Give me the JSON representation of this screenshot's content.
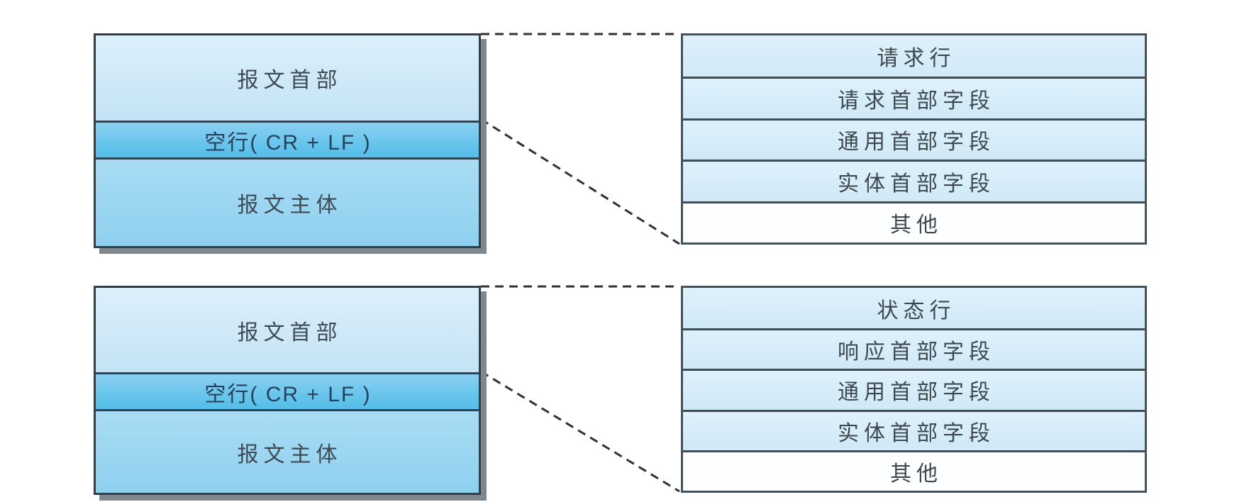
{
  "request": {
    "message_box": {
      "header": "报文首部",
      "blank_line": "空行( CR + LF )",
      "body": "报文主体"
    },
    "detail_box": {
      "rows": [
        "请求行",
        "请求首部字段",
        "通用首部字段",
        "实体首部字段",
        "其他"
      ]
    }
  },
  "response": {
    "message_box": {
      "header": "报文首部",
      "blank_line": "空行( CR + LF )",
      "body": "报文主体"
    },
    "detail_box": {
      "rows": [
        "状态行",
        "响应首部字段",
        "通用首部字段",
        "实体首部字段",
        "其他"
      ]
    }
  },
  "colors": {
    "header_fill_top": "#ddf0fb",
    "header_fill_bottom": "#c3e3f5",
    "blank_line_fill_top": "#8ad0f1",
    "blank_line_fill_bottom": "#58bfe9",
    "body_fill_top": "#a9dcf4",
    "body_fill_bottom": "#8fd0ef",
    "detail_row_fill": "#d7ecf8",
    "detail_last_row_fill": "#fdfeff",
    "message_box_border": "#323f47",
    "detail_box_border": "#46525a",
    "shadow": "#7e888e",
    "connector": "#2d3237",
    "text": "#3e4a54"
  }
}
